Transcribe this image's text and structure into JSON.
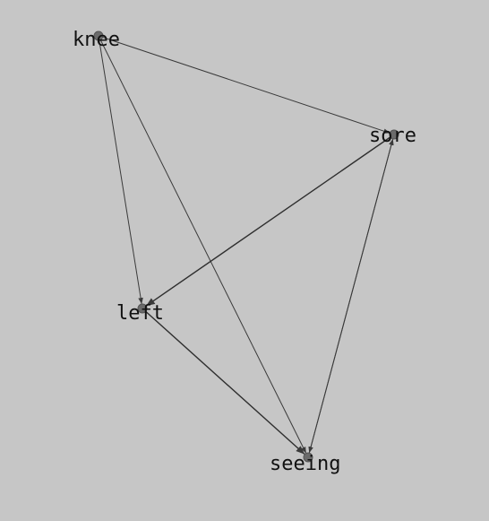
{
  "graph": {
    "background_color": "#c6c6c6",
    "edge_color": "#3a3a3a",
    "node_color": "#6b6b6b",
    "nodes": [
      {
        "id": "knee",
        "label": "knee"
      },
      {
        "id": "sore",
        "label": "sore"
      },
      {
        "id": "left",
        "label": "left"
      },
      {
        "id": "seeing",
        "label": "seeing"
      }
    ],
    "edges": [
      {
        "from": "knee",
        "to": "sore"
      },
      {
        "from": "knee",
        "to": "left"
      },
      {
        "from": "knee",
        "to": "seeing"
      },
      {
        "from": "sore",
        "to": "left"
      },
      {
        "from": "sore",
        "to": "seeing"
      },
      {
        "from": "seeing",
        "to": "sore"
      },
      {
        "from": "left",
        "to": "seeing"
      }
    ]
  }
}
